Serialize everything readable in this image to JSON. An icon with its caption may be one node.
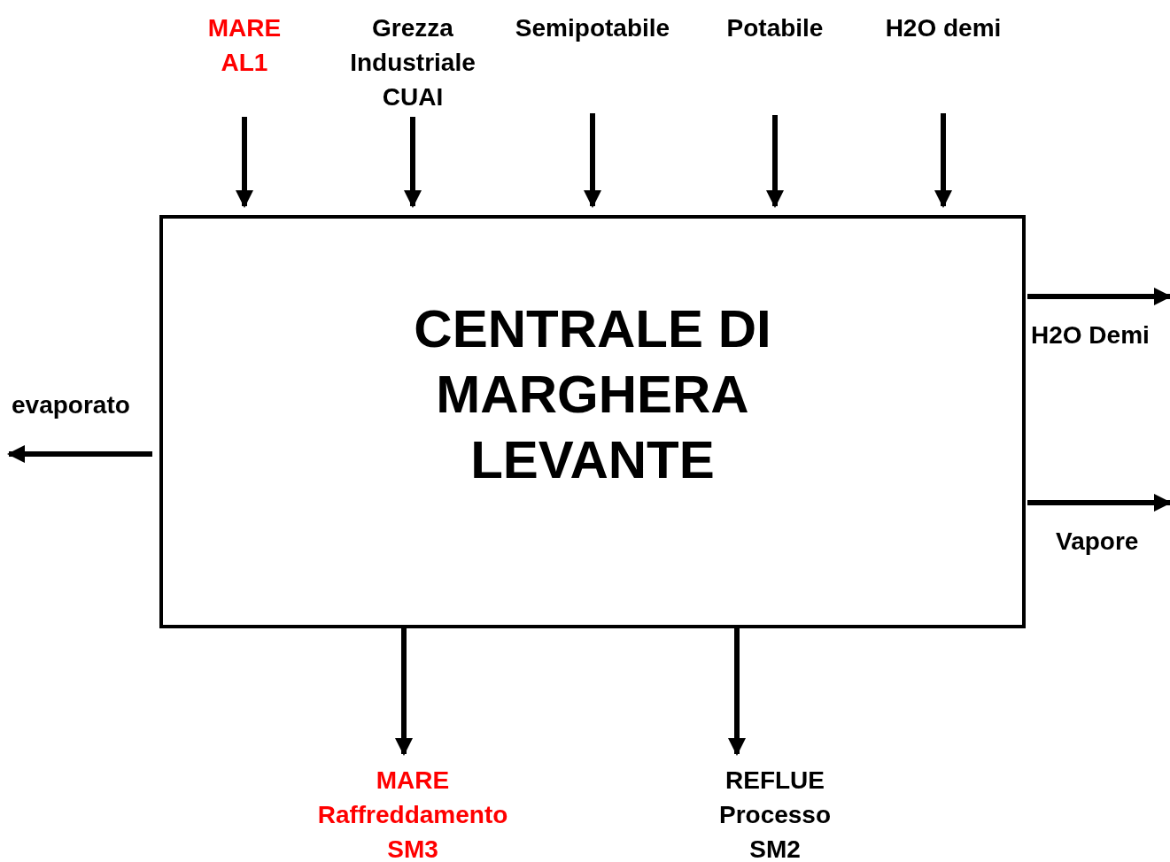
{
  "diagram": {
    "nodes": [
      {
        "text": [
          "CENTRALE DI MARGHERA LEVANTE"
        ]
      },
      {
        "text": [
          "MARE AL1"
        ]
      },
      {
        "text": [
          "Grezza Industriale CUAI"
        ]
      },
      {
        "text": [
          "Semipotabile"
        ]
      },
      {
        "text": [
          "Potabile"
        ]
      },
      {
        "text": [
          "H2O demi"
        ]
      },
      {
        "text": [
          "MARE Raffreddamento SM3"
        ]
      },
      {
        "text": [
          "REFLUE Processo SM2"
        ]
      }
    ],
    "edges": [
      {
        "from": 1,
        "to": 0,
        "arrow": "to"
      },
      {
        "from": 2,
        "to": 0,
        "arrow": "to"
      },
      {
        "from": 3,
        "to": 0,
        "arrow": "to"
      },
      {
        "from": 4,
        "to": 0,
        "arrow": "to"
      },
      {
        "from": 5,
        "to": 0,
        "arrow": "to"
      },
      {
        "from": 0,
        "to": null,
        "arrow": "to",
        "label": "H2O Demi"
      },
      {
        "from": 0,
        "to": null,
        "arrow": "to",
        "label": "Vapore"
      },
      {
        "from": 0,
        "to": null,
        "arrow": "to",
        "label": "evaporato"
      },
      {
        "from": 0,
        "to": 6,
        "arrow": "to"
      },
      {
        "from": 0,
        "to": 7,
        "arrow": "to"
      }
    ]
  }
}
